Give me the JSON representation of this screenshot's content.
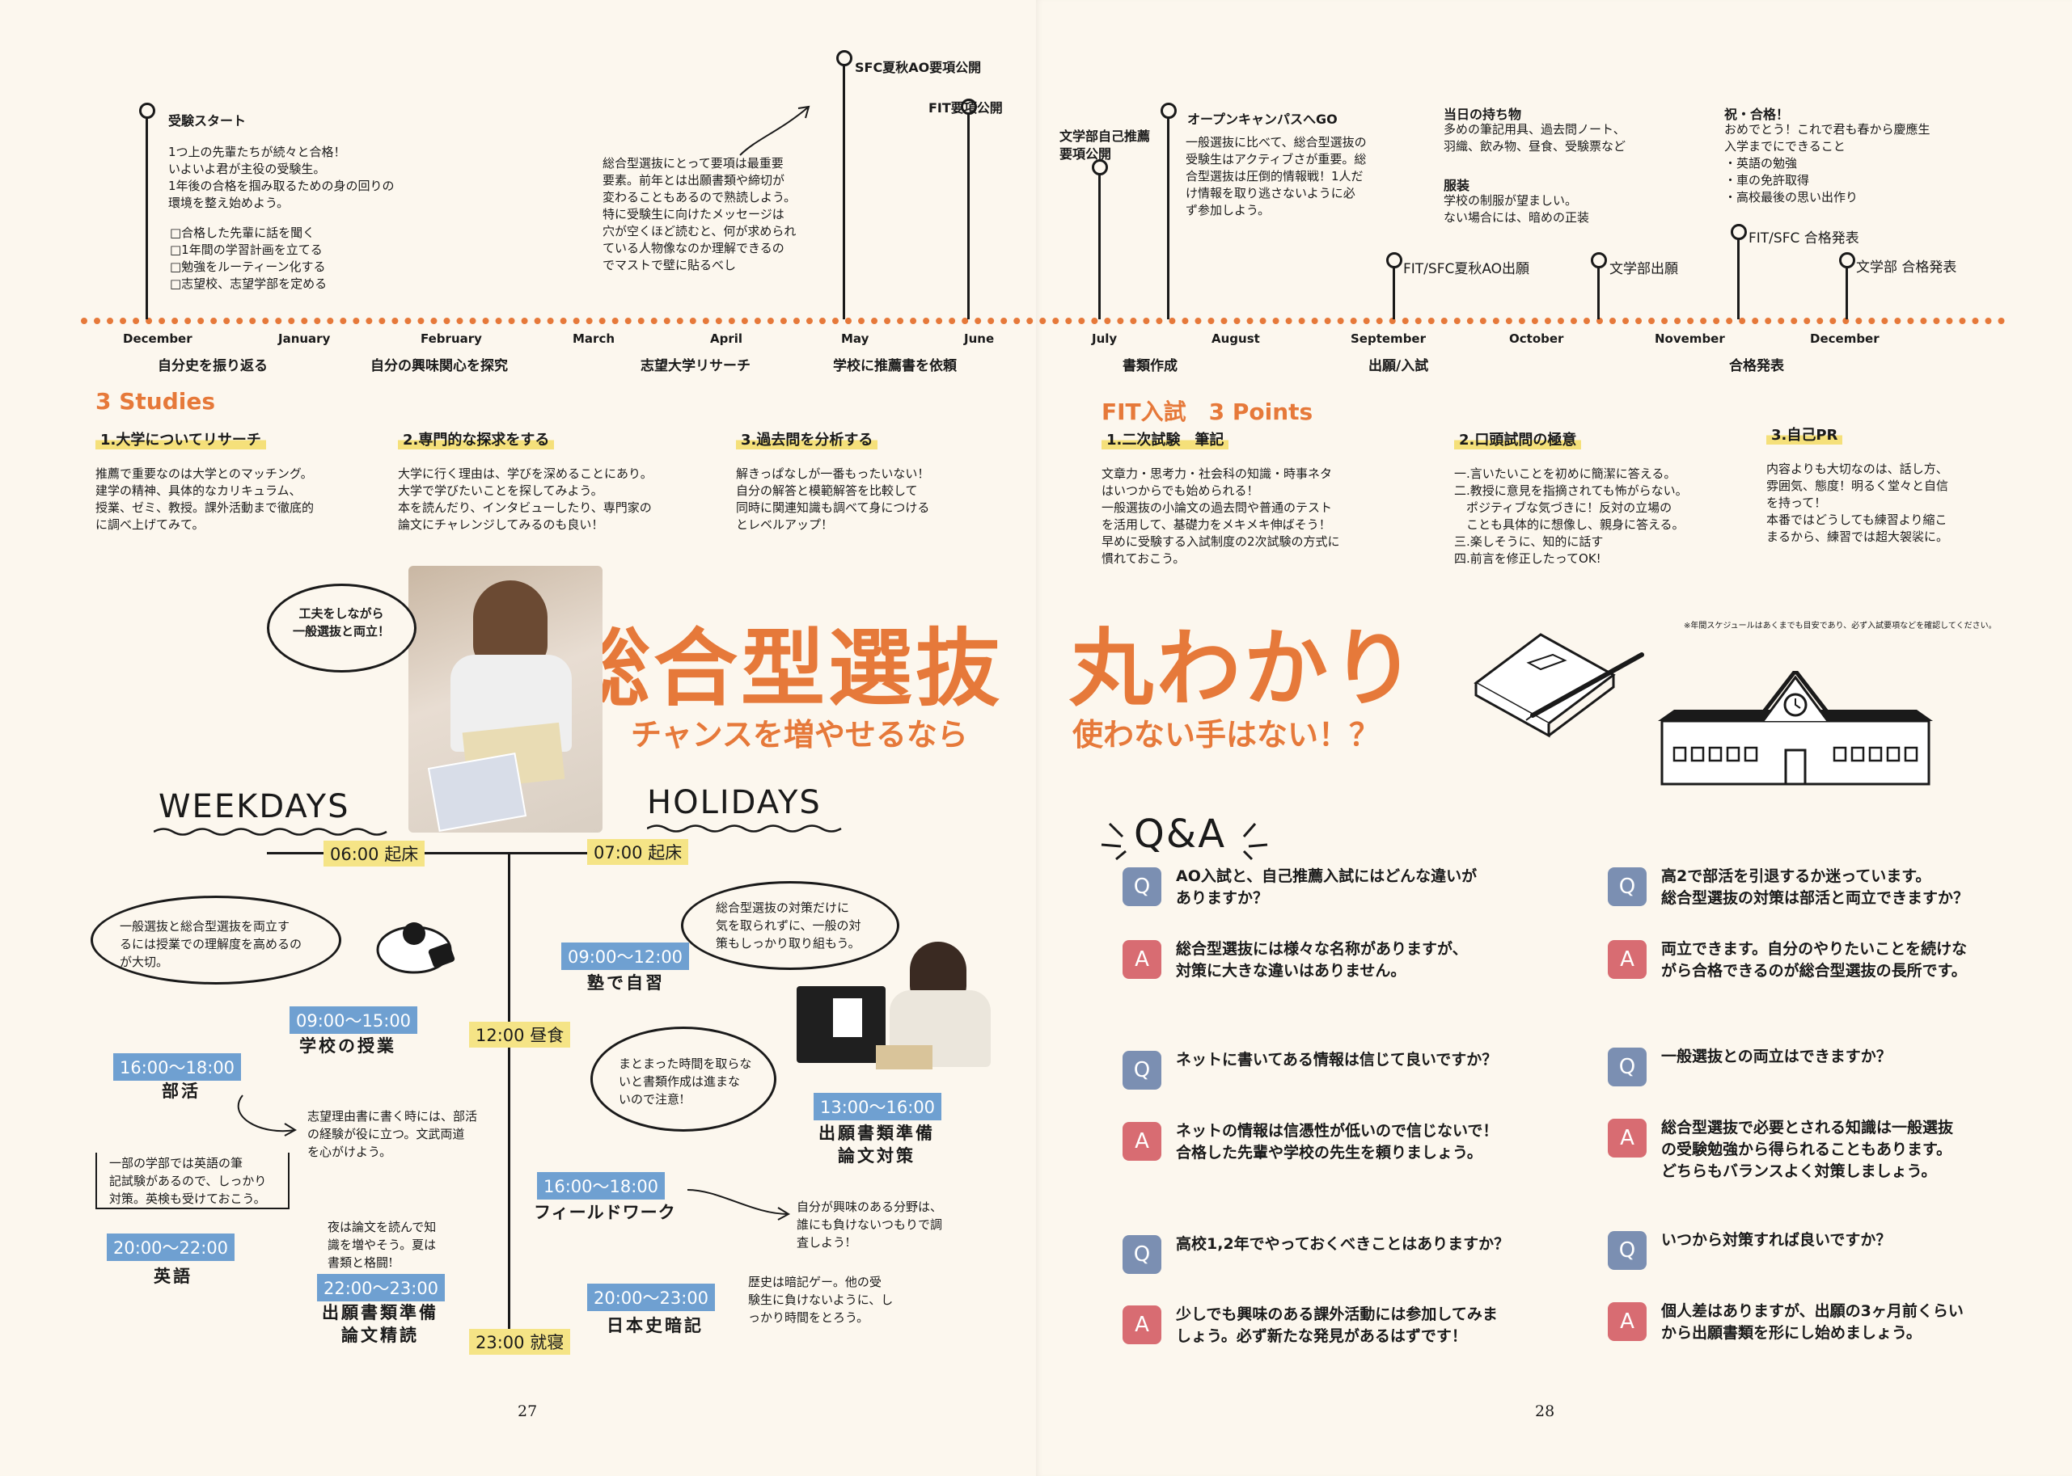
{
  "timeline": {
    "months": [
      "December",
      "January",
      "February",
      "March",
      "April",
      "May",
      "June",
      "July",
      "August",
      "September",
      "October",
      "November",
      "December"
    ],
    "phases": [
      "自分史を振り返る",
      "自分の興味関心を探究",
      "志望大学リサーチ",
      "学校に推薦書を依頼",
      "書類作成",
      "出願/入試",
      "合格発表"
    ],
    "events": {
      "start_title": "受験スタート",
      "start_lines": [
        "1つ上の先輩たちが続々と合格！",
        "いよいよ君が主役の受験生。",
        "1年後の合格を掴み取るための身の回りの",
        "環境を整え始めよう。"
      ],
      "start_checks": [
        "□合格した先輩に話を聞く",
        "□1年間の学習計画を立てる",
        "□勉強をルーティーン化する",
        "□志望校、志望学部を定める"
      ],
      "youkou_lines": [
        "総合型選抜にとって要項は最重要",
        "要素。前年とは出願書類や締切が",
        "変わることもあるので熟読しよう。",
        "特に受験生に向けたメッセージは",
        "穴が空くほど読むと、何が求められ",
        "ている人物像なのか理解できるの",
        "でマストで壁に貼るべし"
      ],
      "sfc_youkou": "SFC夏秋AO要項公開",
      "fit_youkou": "FIT要項公開",
      "bun_youkou": "文学部自己推薦\n要項公開",
      "oc_title": "オープンキャンパスへGO",
      "oc_lines": [
        "一般選抜に比べて、総合型選抜の",
        "受験生はアクティブさが重要。総",
        "合型選抜は圧倒的情報戦！1人だ",
        "け情報を取り逃さないように必",
        "ず参加しよう。"
      ],
      "items_title": "当日の持ち物",
      "items_lines": [
        "多めの筆記用具、過去問ノート、",
        "羽織、飲み物、昼食、受験票など"
      ],
      "dress_title": "服装",
      "dress_lines": [
        "学校の制服が望ましい。",
        "ない場合には、暗めの正装"
      ],
      "fit_sfc_apply": "FIT/SFC夏秋AO出願",
      "bun_apply": "文学部出願",
      "pass_title": "祝・合格！",
      "pass_lines": [
        "おめでとう！これで君も春から慶應生",
        "入学までにできること",
        "・英語の勉強",
        "・車の免許取得",
        "・高校最後の思い出作り"
      ],
      "fit_sfc_pass": "FIT/SFC 合格発表",
      "bun_pass": "文学部 合格発表"
    }
  },
  "studies": {
    "title": "3 Studies",
    "items": [
      {
        "head": "1.大学についてリサーチ",
        "lines": [
          "推薦で重要なのは大学とのマッチング。",
          "建学の精神、具体的なカリキュラム、",
          "授業、ゼミ、教授。課外活動まで徹底的",
          "に調べ上げてみて。"
        ]
      },
      {
        "head": "2.専門的な探求をする",
        "lines": [
          "大学に行く理由は、学びを深めることにあり。",
          "大学で学びたいことを探してみよう。",
          "本を読んだり、インタビューしたり、専門家の",
          "論文にチャレンジしてみるのも良い！"
        ]
      },
      {
        "head": "3.過去問を分析する",
        "lines": [
          "解きっぱなしが一番もったいない！",
          "自分の解答と模範解答を比較して",
          "同時に関連知識も調べて身につける",
          "とレベルアップ！"
        ]
      }
    ]
  },
  "points": {
    "title": "FIT入試　3 Points",
    "items": [
      {
        "head": "1.二次試験　筆記",
        "lines": [
          "文章力・思考力・社会科の知識・時事ネタ",
          "はいつからでも始められる！",
          "一般選抜の小論文の過去問や普通のテスト",
          "を活用して、基礎力をメキメキ伸ばそう！",
          "早めに受験する入試制度の2次試験の方式に",
          "慣れておこう。"
        ]
      },
      {
        "head": "2.口頭試問の極意",
        "lines": [
          "一.言いたいことを初めに簡潔に答える。",
          "二.教授に意見を指摘されても怖がらない。",
          "　ポジティブな気づきに！反対の立場の",
          "　ことも具体的に想像し、親身に答える。",
          "三.楽しそうに、知的に話す",
          "四.前言を修正したってOK!"
        ]
      },
      {
        "head": "3.自己PR",
        "lines": [
          "内容よりも大切なのは、話し方、",
          "雰囲気、態度！明るく堂々と自信",
          "を持って！",
          "本番ではどうしても練習より縮こ",
          "まるから、練習では超大袈裟に。"
        ]
      }
    ]
  },
  "disclaimer": "※年間スケジュールはあくまでも目安であり、必ず入試要項などを確認してください。",
  "hero": {
    "title_a": "総合型選抜",
    "title_b": "丸わかり",
    "sub_a": "チャンスを増やせるなら",
    "sub_b": "使わない手はない！？",
    "photo_bubble": "工夫をしながら\n一般選抜と両立！"
  },
  "schedule": {
    "weekdays": "WEEKDAYS",
    "holidays": "HOLIDAYS",
    "wake_weekday": "06:00 起床",
    "wake_holiday": "07:00 起床",
    "lunch": "12:00 昼食",
    "sleep": "23:00 就寝",
    "weekday_items": [
      {
        "time": "09:00〜15:00",
        "act": "学校の授業"
      },
      {
        "time": "16:00〜18:00",
        "act": "部活"
      },
      {
        "time": "20:00〜22:00",
        "act": "英語"
      },
      {
        "time": "22:00〜23:00",
        "act": "出願書類準備\n論文精読"
      }
    ],
    "holiday_items": [
      {
        "time": "09:00〜12:00",
        "act": "塾で自習"
      },
      {
        "time": "13:00〜16:00",
        "act": "出願書類準備\n論文対策"
      },
      {
        "time": "16:00〜18:00",
        "act": "フィールドワーク"
      },
      {
        "time": "20:00〜23:00",
        "act": "日本史暗記"
      }
    ],
    "notes": {
      "class": "一般選抜と総合型選抜を両立す\nるには授業での理解度を高めるの\nが大切。",
      "club": "志望理由書に書く時には、部活\nの経験が役に立つ。文武両道\nを心がけよう。",
      "english": "一部の学部では英語の筆\n記試験があるので、しっかり\n対策。英検も受けておこう。",
      "papers": "夜は論文を読んで知\n識を増やそう。夏は\n書類と格闘!",
      "juku": "総合型選抜の対策だけに\n気を取られずに、一般の対\n策もしっかり取り組もう。",
      "docs": "まとまった時間を取らな\nいと書類作成は進まな\nいので注意!",
      "field": "自分が興味のある分野は、\n誰にも負けないつもりで調\n査しよう!",
      "history": "歴史は暗記ゲー。他の受\n験生に負けないように、し\nっかり時間をとろう。"
    }
  },
  "qa": {
    "title": "Q&A",
    "q_label": "Q",
    "a_label": "A",
    "items": [
      {
        "q": "AO入試と、自己推薦入試にはどんな違いが\nありますか？",
        "a": "総合型選抜には様々な名称がありますが、\n対策に大きな違いはありません。"
      },
      {
        "q": "高2で部活を引退するか迷っています。\n総合型選抜の対策は部活と両立できますか？",
        "a": "両立できます。自分のやりたいことを続けな\nがら合格できるのが総合型選抜の長所です。"
      },
      {
        "q": "ネットに書いてある情報は信じて良いですか？",
        "a": "ネットの情報は信憑性が低いので信じないで！\n合格した先輩や学校の先生を頼りましょう。"
      },
      {
        "q": "一般選抜との両立はできますか？",
        "a": "総合型選抜で必要とされる知識は一般選抜\nの受験勉強から得られることもあります。\nどちらもバランスよく対策しましょう。"
      },
      {
        "q": "高校1,2年でやっておくべきことはありますか？",
        "a": "少しでも興味のある課外活動には参加してみま\nしょう。必ず新たな発見があるはずです！"
      },
      {
        "q": "いつから対策すれば良いですか？",
        "a": "個人差はありますが、出願の3ヶ月前くらい\nから出願書類を形にし始めましょう。"
      }
    ]
  },
  "page_numbers": {
    "left": "27",
    "right": "28"
  },
  "colors": {
    "accent": "#e6793a",
    "highlight": "#f5e486",
    "time_blue": "#6fa0d1",
    "q_box": "#7b8fb2",
    "a_box": "#d86c72"
  }
}
